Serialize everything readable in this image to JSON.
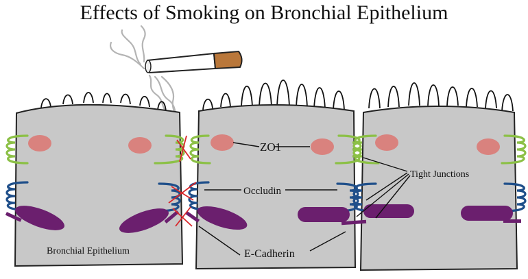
{
  "title": "Effects of Smoking on Bronchial Epithelium",
  "labels": {
    "zo1": "ZO1",
    "occludin": "Occludin",
    "tight_junctions": "Tight Junctions",
    "e_cadherin": "E-Cadherin",
    "bronchial_epithelium": "Bronchial Epithelium"
  },
  "colors": {
    "cell_fill": "#c8c8c8",
    "zo1": "#d9827e",
    "occludin_coil": "#1f4f8a",
    "tight_junction_coil": "#8cc046",
    "e_cadherin": "#6b1f6e",
    "disruption": "#d8262a",
    "smoke": "#b4b4b4",
    "cigarette_filter": "#b9773a"
  },
  "icons": [
    "cigarette-icon",
    "smoke-icon"
  ]
}
